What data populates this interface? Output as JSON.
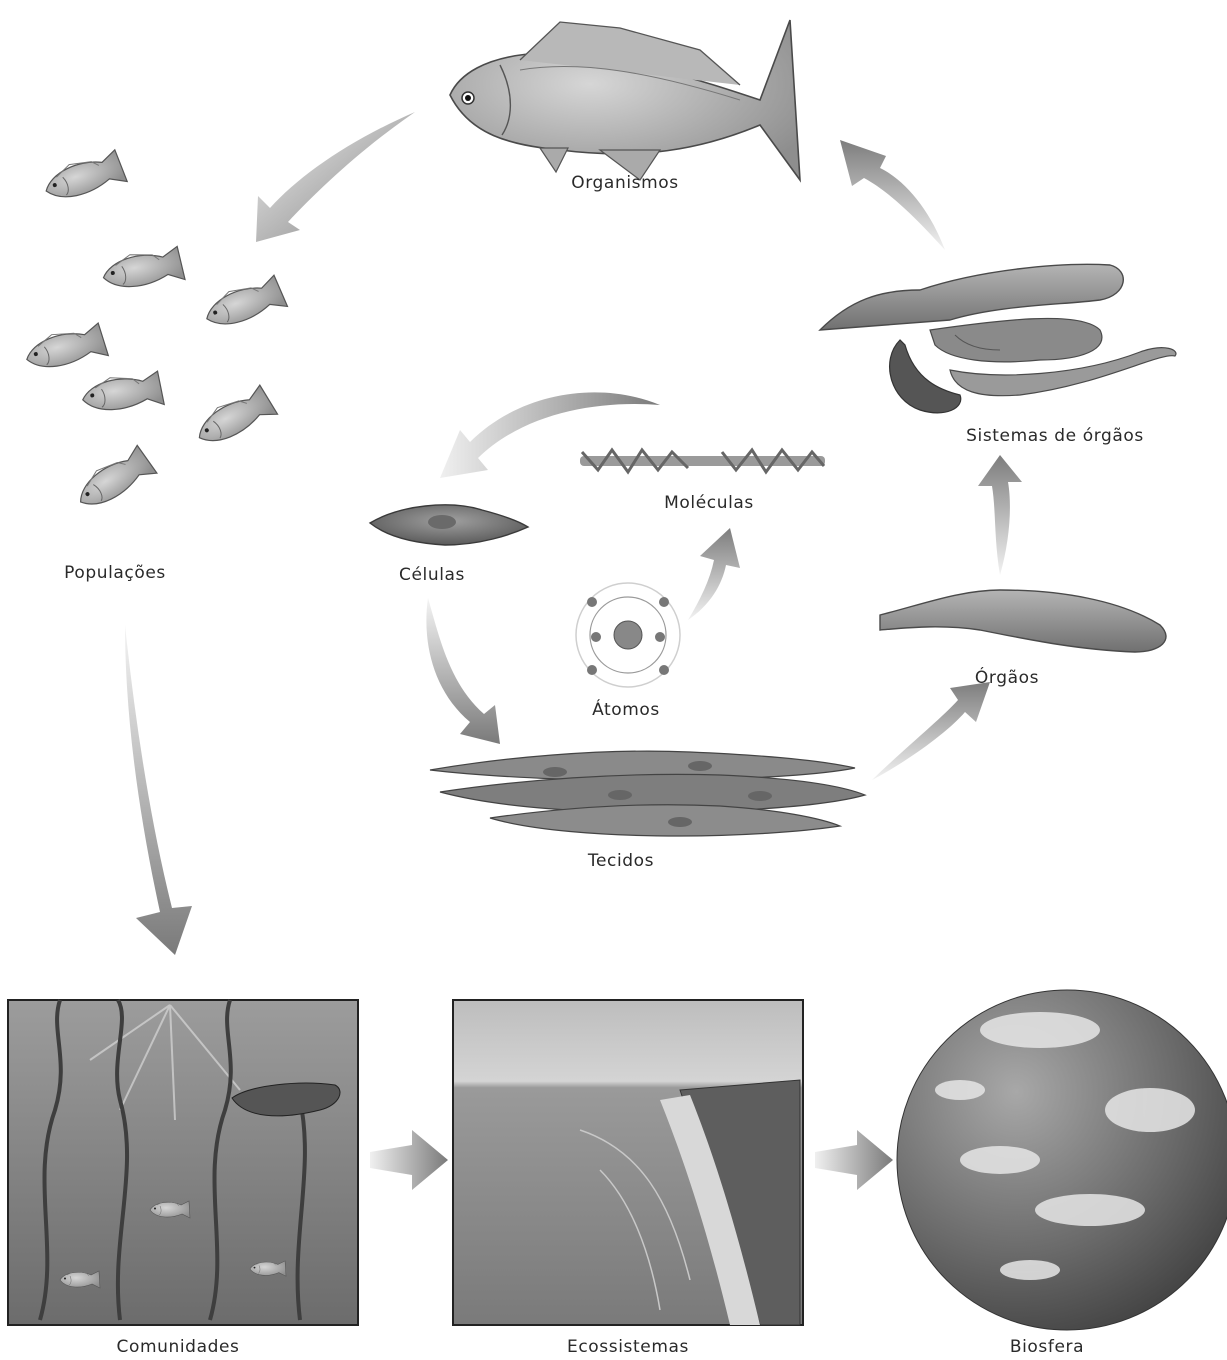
{
  "levels": {
    "atomos": "Átomos",
    "moleculas": "Moléculas",
    "celulas": "Células",
    "tecidos": "Tecidos",
    "orgaos": "Órgãos",
    "sistemas": "Sistemas de órgãos",
    "organismos": "Organismos",
    "populacoes": "Populações",
    "comunidades": "Comunidades",
    "ecossistemas": "Ecossistemas",
    "biosfera": "Biosfera"
  },
  "colors": {
    "arrow_dark": "#7a7a7a",
    "arrow_light": "#ececec",
    "tissue": "#8c8c8c",
    "organ": "#8f8f8f",
    "ocean": "#8a8a8a",
    "globe": "#6e6e6e"
  }
}
